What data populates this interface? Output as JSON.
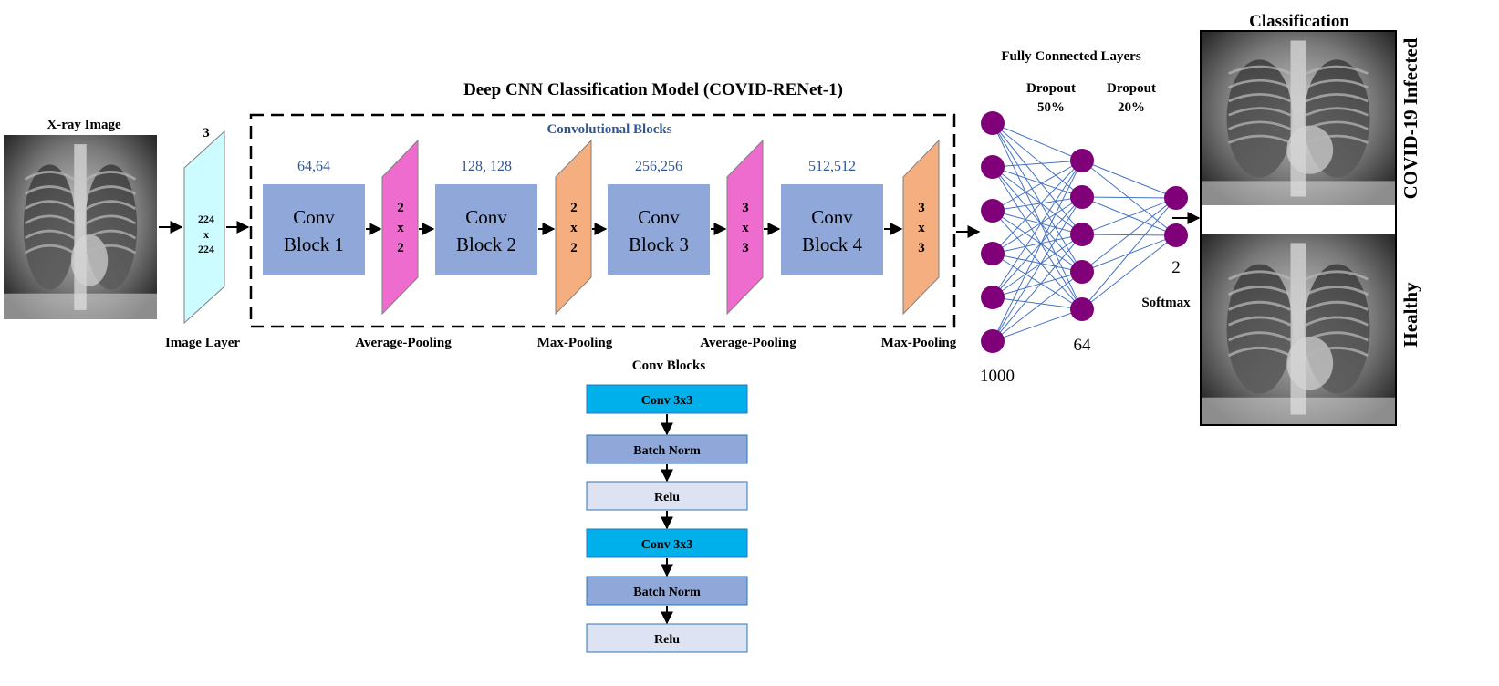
{
  "title": "Deep CNN Classification Model (COVID-RENet-1)",
  "input": {
    "label": "X-ray Image",
    "channels": "3",
    "size_top": "224",
    "size_x": "x",
    "size_bottom": "224",
    "layer_label": "Image Layer"
  },
  "conv_group_label": "Convolutional Blocks",
  "conv_blocks": [
    {
      "filters": "64,64",
      "line1": "Conv",
      "line2": "Block 1"
    },
    {
      "filters": "128, 128",
      "line1": "Conv",
      "line2": "Block 2"
    },
    {
      "filters": "256,256",
      "line1": "Conv",
      "line2": "Block 3"
    },
    {
      "filters": "512,512",
      "line1": "Conv",
      "line2": "Block 4"
    }
  ],
  "pools": [
    {
      "a": "2",
      "x": "x",
      "b": "2",
      "label": "Average-Pooling",
      "color": "#ee6ccd"
    },
    {
      "a": "2",
      "x": "x",
      "b": "2",
      "label": "Max-Pooling",
      "color": "#f4ae80"
    },
    {
      "a": "3",
      "x": "x",
      "b": "3",
      "label": "Average-Pooling",
      "color": "#ee6ccd"
    },
    {
      "a": "3",
      "x": "x",
      "b": "3",
      "label": "Max-Pooling",
      "color": "#f4ae80"
    }
  ],
  "conv_detail": {
    "title": "Conv Blocks",
    "steps": [
      {
        "label": "Conv 3x3",
        "color": "#00b0ea"
      },
      {
        "label": "Batch Norm",
        "color": "#8fa8d9"
      },
      {
        "label": "Relu",
        "color": "#dde3f3"
      },
      {
        "label": "Conv 3x3",
        "color": "#00b0ea"
      },
      {
        "label": "Batch Norm",
        "color": "#8fa8d9"
      },
      {
        "label": "Relu",
        "color": "#dde3f3"
      }
    ]
  },
  "fc": {
    "title": "Fully Connected Layers",
    "dropout1_line1": "Dropout",
    "dropout1_line2": "50%",
    "dropout2_line1": "Dropout",
    "dropout2_line2": "20%",
    "layer1_size": "1000",
    "layer2_size": "64",
    "layer3_size": "2",
    "softmax": "Softmax"
  },
  "classification": {
    "title": "Classification",
    "class1": "COVID-19 Infected",
    "class2": "Healthy"
  },
  "colors": {
    "conv_block": "#8fa8d9",
    "image_layer": "#ccfcff",
    "neuron": "#80007a",
    "edge": "#4472c4",
    "blue_text": "#2f5597"
  }
}
